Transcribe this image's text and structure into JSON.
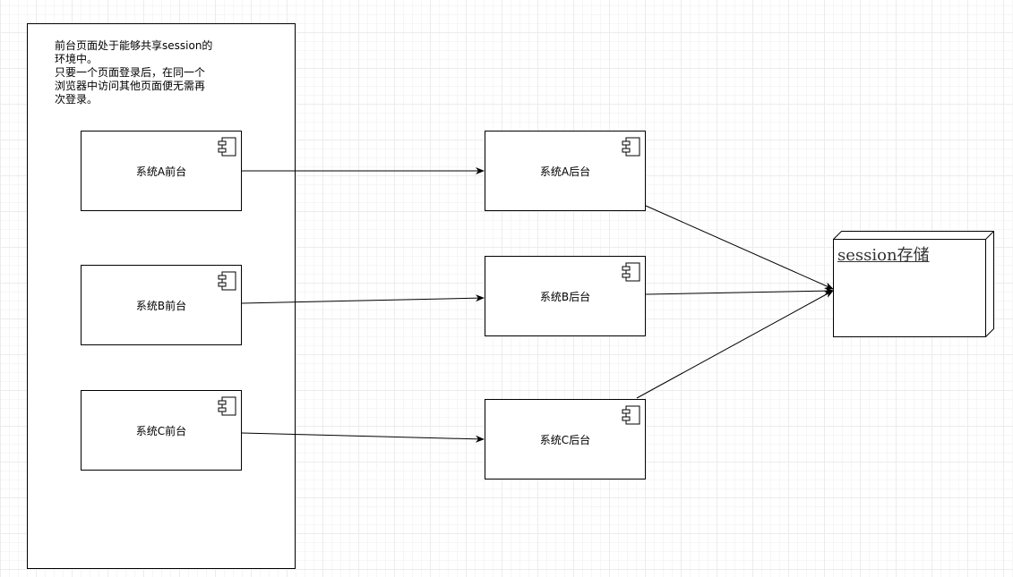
{
  "note": {
    "lines": [
      "前台页面处于能够共享session的",
      "环境中。",
      "只要一个页面登录后，在同一个",
      "浏览器中访问其他页面便无需再",
      "次登录。"
    ]
  },
  "frontends": [
    {
      "label": "系统A前台"
    },
    {
      "label": "系统B前台"
    },
    {
      "label": "系统C前台"
    }
  ],
  "backends": [
    {
      "label": "系统A后台"
    },
    {
      "label": "系统B后台"
    },
    {
      "label": "系统C后台"
    }
  ],
  "storage": {
    "label": "session存储"
  },
  "colors": {
    "stroke": "#000000",
    "grid": "#ececec"
  }
}
